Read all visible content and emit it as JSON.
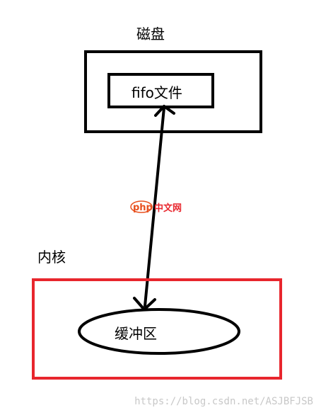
{
  "disk": {
    "title": "磁盘",
    "file_label": "fifo文件"
  },
  "kernel": {
    "title": "内核",
    "buffer_label": "缓冲区"
  },
  "logo": {
    "prefix": "php",
    "suffix": "中文网"
  },
  "watermark": "https://blog.csdn.net/ASJBFJSB",
  "colors": {
    "kernel_border": "#e8262d",
    "logo_orange": "#e8501e",
    "logo_red": "#e8262d"
  }
}
